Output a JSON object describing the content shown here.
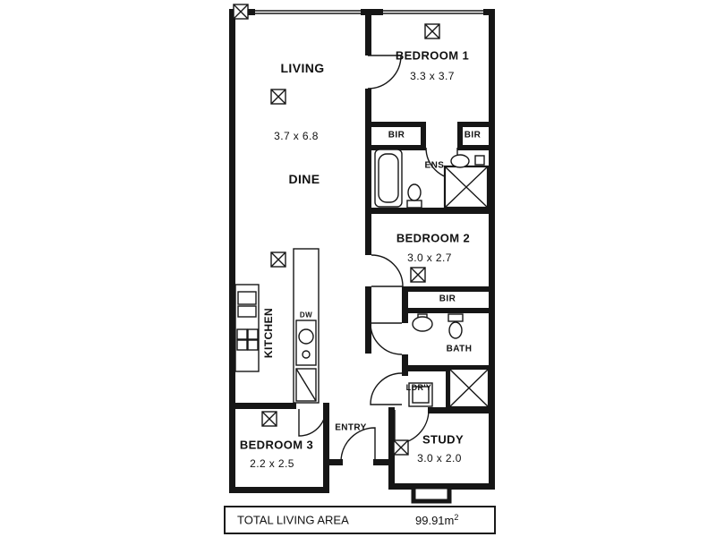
{
  "rooms": {
    "living": {
      "name": "LIVING",
      "dims": "3.7 x 6.8"
    },
    "dine": {
      "name": "DINE"
    },
    "bedroom1": {
      "name": "BEDROOM 1",
      "dims": "3.3 x 3.7"
    },
    "bedroom2": {
      "name": "BEDROOM 2",
      "dims": "3.0 x 2.7"
    },
    "bedroom3": {
      "name": "BEDROOM 3",
      "dims": "2.2 x 2.5"
    },
    "study": {
      "name": "STUDY",
      "dims": "3.0 x 2.0"
    },
    "ensuite": {
      "name": "ENS."
    },
    "bath": {
      "name": "BATH"
    },
    "kitchen": {
      "name": "KITCHEN"
    },
    "laundry": {
      "name": "LDR'Y"
    },
    "entry": {
      "name": "ENTRY"
    },
    "bir_bed1_left": {
      "name": "BIR"
    },
    "bir_bed1_right": {
      "name": "BIR"
    },
    "bir_bed2": {
      "name": "BIR"
    },
    "dishwasher": {
      "name": "DW"
    }
  },
  "footer": {
    "label": "TOTAL LIVING AREA",
    "area_value": "99.91m",
    "area_sup": "2"
  },
  "colors": {
    "wall": "#161616",
    "line": "#1a1a1a",
    "background": "#ffffff"
  }
}
